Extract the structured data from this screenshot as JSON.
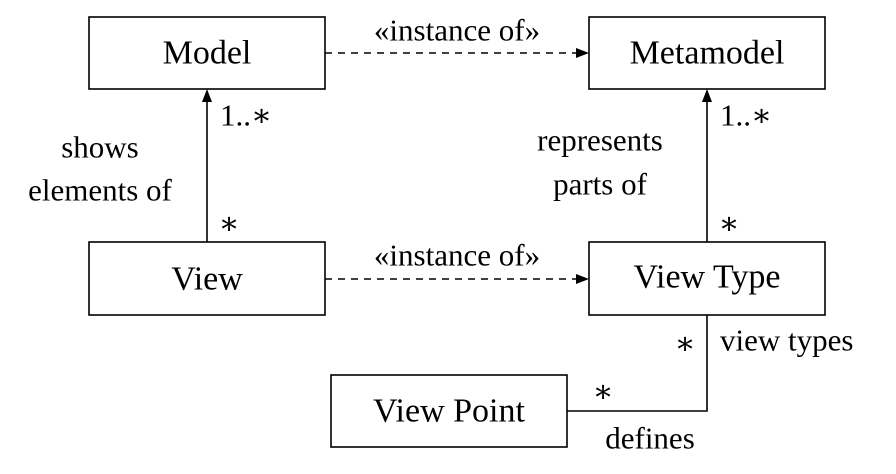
{
  "boxes": {
    "model": "Model",
    "metamodel": "Metamodel",
    "view": "View",
    "view_type": "View Type",
    "view_point": "View Point"
  },
  "edges": {
    "model_metamodel": {
      "label": "«instance of»"
    },
    "view_viewtype": {
      "label": "«instance of»"
    },
    "view_model": {
      "label_line1": "shows",
      "label_line2": "elements of",
      "target_multiplicity": "1..∗",
      "source_multiplicity": "∗"
    },
    "viewtype_metamodel": {
      "label_line1": "represents",
      "label_line2": "parts of",
      "target_multiplicity": "1..∗",
      "source_multiplicity": "∗"
    },
    "viewpoint_viewtype": {
      "label_top": "view types",
      "label_bottom": "defines",
      "viewtype_multiplicity": "∗",
      "viewpoint_multiplicity": "∗"
    }
  }
}
